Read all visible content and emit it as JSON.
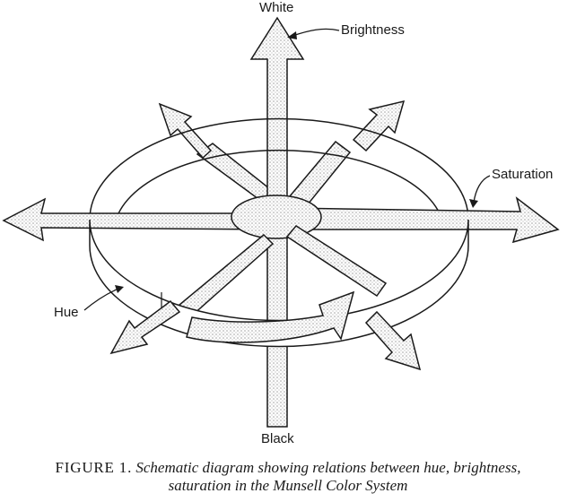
{
  "labels": {
    "white": "White",
    "black": "Black",
    "brightness": "Brightness",
    "saturation": "Saturation",
    "hue": "Hue"
  },
  "caption": {
    "figure_label": "FIGURE 1.",
    "line1": "Schematic diagram showing relations between hue, brightness,",
    "line2": "saturation in the Munsell Color System"
  },
  "colors": {
    "ink": "#1a1a1a",
    "stipple": "#c8c8c8",
    "paper": "#ffffff"
  }
}
